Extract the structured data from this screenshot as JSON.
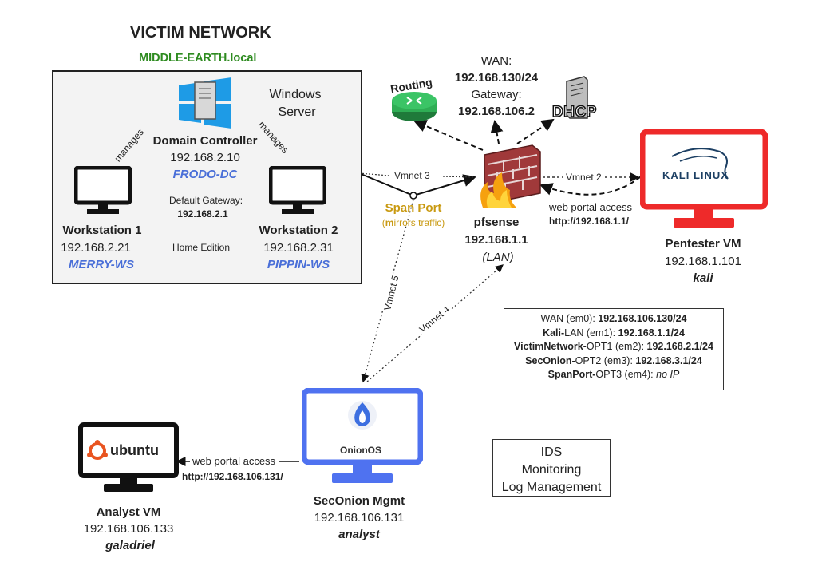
{
  "victim_network": {
    "title": "VICTIM NETWORK",
    "domain": "MIDDLE-EARTH.local",
    "windows_server_label_1": "Windows",
    "windows_server_label_2": "Server",
    "manages_left": "manages",
    "manages_right": "manages",
    "domain_controller": {
      "name": "Domain Controller",
      "ip": "192.168.2.10",
      "hostname": "FRODO-DC"
    },
    "default_gateway_label": "Default Gateway:",
    "default_gateway_ip": "192.168.2.1",
    "workstation1": {
      "name": "Workstation 1",
      "ip": "192.168.2.21",
      "hostname": "MERRY-WS"
    },
    "workstation2": {
      "name": "Workstation 2",
      "ip": "192.168.2.31",
      "hostname": "PIPPIN-WS"
    },
    "home_edition": "Home Edition"
  },
  "routing": {
    "router_label": "Routing",
    "wan_label": "WAN:",
    "wan_ip": "192.168.130/24",
    "gateway_label": "Gateway:",
    "gateway_ip": "192.168.106.2",
    "dhcp_label": "DHCP"
  },
  "pfsense": {
    "name": "pfsense",
    "ip": "192.168.1.1",
    "lan": "(LAN)"
  },
  "links": {
    "vmnet3": "Vmnet 3",
    "vmnet2": "Vmnet 2",
    "vmnet5": "Vmnet 5",
    "vmnet4": "Vmnet 4",
    "span_port": "Span Port",
    "mirrors_prefix": "(",
    "mirrors_m": "m",
    "mirrors_rest": "irrors traffic)",
    "kali_web_portal": "web portal access",
    "kali_web_url": "http://192.168.1.1/",
    "analyst_web_portal": "web portal access",
    "analyst_web_url": "http://192.168.106.131/"
  },
  "pentester": {
    "logo": "KALI LINUX",
    "name": "Pentester VM",
    "ip": "192.168.1.101",
    "user": "kali"
  },
  "interfaces": [
    {
      "name": "WAN",
      "iface": " (em0): ",
      "ip": "192.168.106.130/24",
      "name_bold": false,
      "ip_italic": false
    },
    {
      "name": "Kali-",
      "rest": "LAN (em1): ",
      "ip": "192.168.1.1/24"
    },
    {
      "name": "VictimNetwork",
      "rest": "-OPT1 (em2): ",
      "ip": "192.168.2.1/24"
    },
    {
      "name": "SecOnion",
      "rest": "-OPT2 (em3): ",
      "ip": "192.168.3.1/24"
    },
    {
      "name": "SpanPort-",
      "rest": "OPT3 (em4): ",
      "ip": "no IP"
    }
  ],
  "seconion": {
    "logo": "OnionOS",
    "name": "SecOnion Mgmt",
    "ip": "192.168.106.131",
    "user": "analyst"
  },
  "analyst": {
    "logo": "ubuntu",
    "name": "Analyst VM",
    "ip": "192.168.106.133",
    "user": "galadriel"
  },
  "ids_box": {
    "line1": "IDS",
    "line2": "Monitoring",
    "line3": "Log Management"
  },
  "colors": {
    "kali_red": "#ee2a2a",
    "seconion_blue": "#4f72f0",
    "domain_green": "#2e8b20",
    "span_gold": "#c99a12",
    "hostname_blue": "#4a6fd8"
  }
}
